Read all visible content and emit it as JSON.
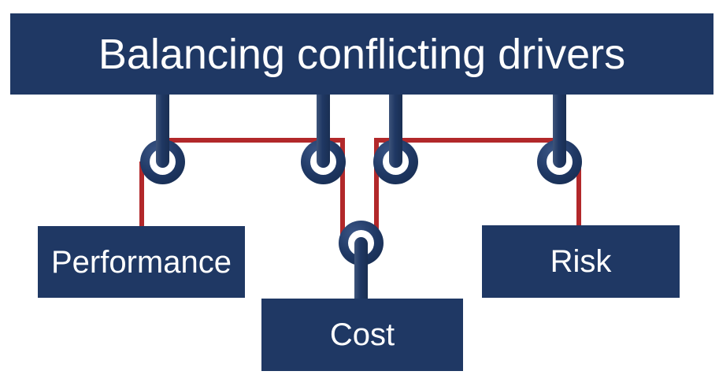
{
  "title": "Balancing conflicting drivers",
  "nodes": [
    {
      "id": "performance",
      "label": "Performance"
    },
    {
      "id": "cost",
      "label": "Cost"
    },
    {
      "id": "risk",
      "label": "Risk"
    }
  ],
  "icons": {
    "pulley": "pulley-icon",
    "pulley_count": 5
  },
  "colors": {
    "navy": "#1F3864",
    "rope_red": "#B2282A",
    "label_text": "#FFFFFF",
    "background": "#FFFFFF"
  }
}
